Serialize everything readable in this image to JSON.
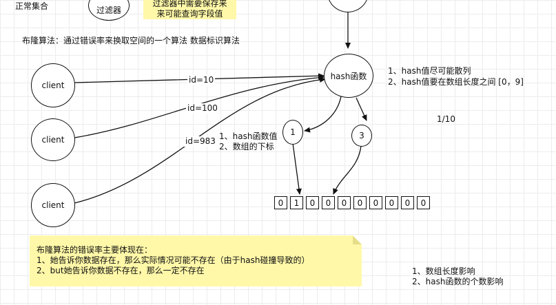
{
  "top": {
    "normal_set_label": "正常集合",
    "filter_node": "过滤器",
    "top_note_line1": "过滤器中需要保存来",
    "top_note_line2": "来可能查询字段值"
  },
  "heading": "布隆算法：通过错误率来换取空间的一个算法 数据标识算法",
  "hash_node": "hash函数",
  "hash_notes": [
    "1、hash值尽可能散列",
    "2、hash值要在数组长度之间 [0，9]"
  ],
  "clients": [
    {
      "label": "client"
    },
    {
      "label": "client"
    },
    {
      "label": "client"
    }
  ],
  "edge_labels": [
    "id=10",
    "id=100",
    "id=983"
  ],
  "index_nodes": [
    "1",
    "3"
  ],
  "index_notes": [
    "1、hash函数值",
    "2、数组的下标"
  ],
  "ratio": "1/10",
  "bit_array": [
    "0",
    "1",
    "0",
    "0",
    "0",
    "0",
    "0",
    "0",
    "0",
    "0"
  ],
  "bottom_note": {
    "title": "布隆算法的错误率主要体现在：",
    "line1": "1、她告诉你数据存在，那么实际情况可能不存在（由于hash碰撞导致的）",
    "line2": "2、but她告诉你数据不存在，那么一定不存在"
  },
  "factors": [
    "1、数组长度影响",
    "2、hash函数的个数影响"
  ]
}
